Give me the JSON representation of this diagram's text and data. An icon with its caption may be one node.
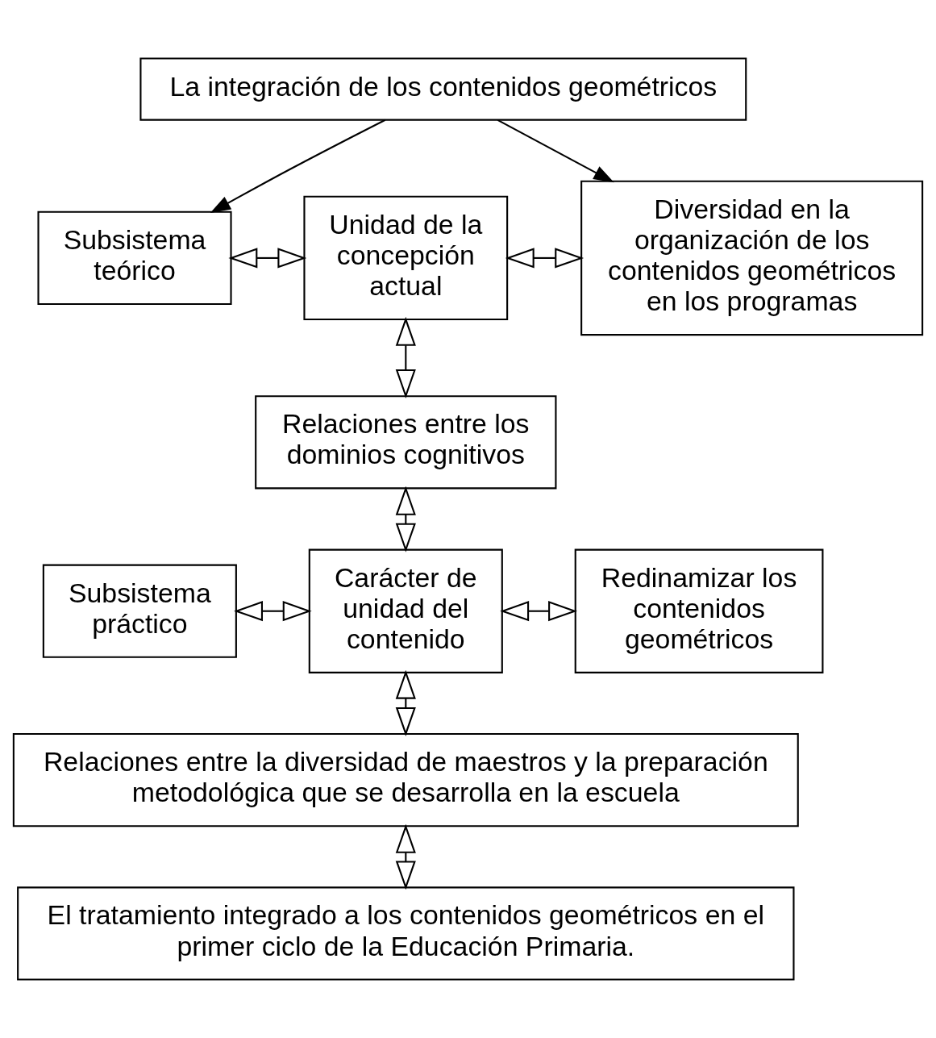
{
  "diagram": {
    "nodes": [
      {
        "text": [
          "La integración de los contenidos geométricos"
        ]
      },
      {
        "text": [
          "Subsistema teórico"
        ]
      },
      {
        "text": [
          "Unidad de la concepción actual"
        ]
      },
      {
        "text": [
          "Diversidad en la organización de los contenidos geométricos en los programas"
        ]
      },
      {
        "text": [
          "Relaciones entre los dominios cognitivos"
        ]
      },
      {
        "text": [
          "Subsistema práctico"
        ]
      },
      {
        "text": [
          "Carácter de unidad del contenido"
        ]
      },
      {
        "text": [
          "Redinamizar los contenidos geométricos"
        ]
      },
      {
        "text": [
          "Relaciones entre la diversidad de maestros y la preparación metodológica que se desarrolla en la escuela"
        ]
      },
      {
        "text": [
          "El tratamiento integrado a los contenidos geométricos en el primer ciclo de la Educación Primaria."
        ]
      }
    ],
    "edges": [
      {
        "from": 0,
        "to": 1,
        "arrow": "to"
      },
      {
        "from": 0,
        "to": 3,
        "arrow": "to"
      },
      {
        "from": 1,
        "to": 2,
        "arrow": "both"
      },
      {
        "from": 2,
        "to": 3,
        "arrow": "both"
      },
      {
        "from": 2,
        "to": 4,
        "arrow": "both"
      },
      {
        "from": 4,
        "to": 6,
        "arrow": "both"
      },
      {
        "from": 5,
        "to": 6,
        "arrow": "both"
      },
      {
        "from": 6,
        "to": 7,
        "arrow": "both"
      },
      {
        "from": 6,
        "to": 8,
        "arrow": "both"
      },
      {
        "from": 8,
        "to": 9,
        "arrow": "both"
      }
    ]
  }
}
